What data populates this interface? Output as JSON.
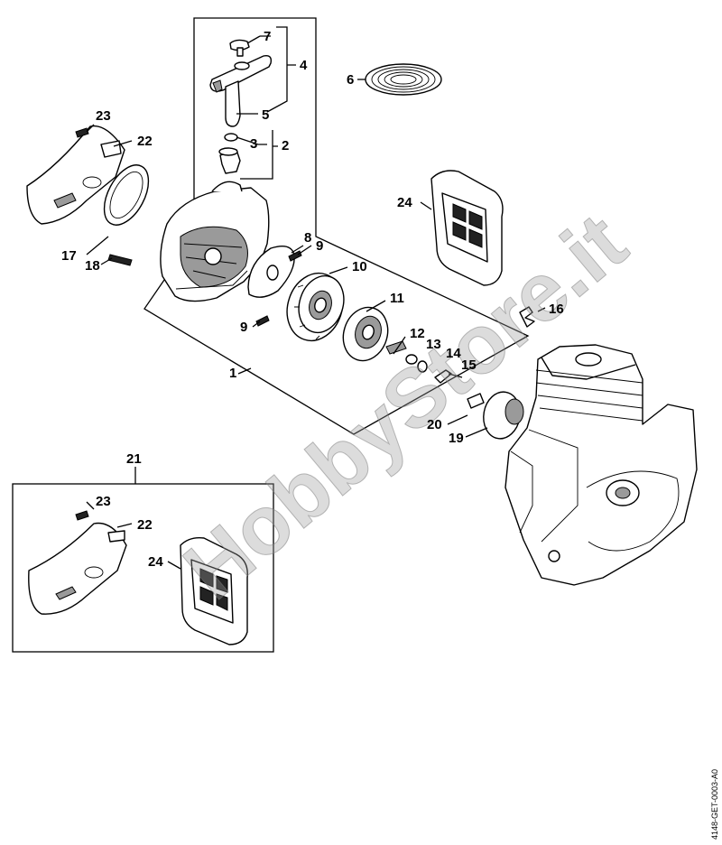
{
  "callouts": {
    "c1": "1",
    "c2": "2",
    "c3": "3",
    "c4": "4",
    "c5": "5",
    "c6": "6",
    "c7": "7",
    "c8": "8",
    "c9a": "9",
    "c9b": "9",
    "c10": "10",
    "c11": "11",
    "c12": "12",
    "c13": "13",
    "c14": "14",
    "c15": "15",
    "c16": "16",
    "c17": "17",
    "c18": "18",
    "c19": "19",
    "c20": "20",
    "c21": "21",
    "c22a": "22",
    "c22b": "22",
    "c23a": "23",
    "c23b": "23",
    "c24a": "24",
    "c24b": "24"
  },
  "watermark": "HobbyStore.it",
  "doc_id": "4148-GET-0003-A0"
}
